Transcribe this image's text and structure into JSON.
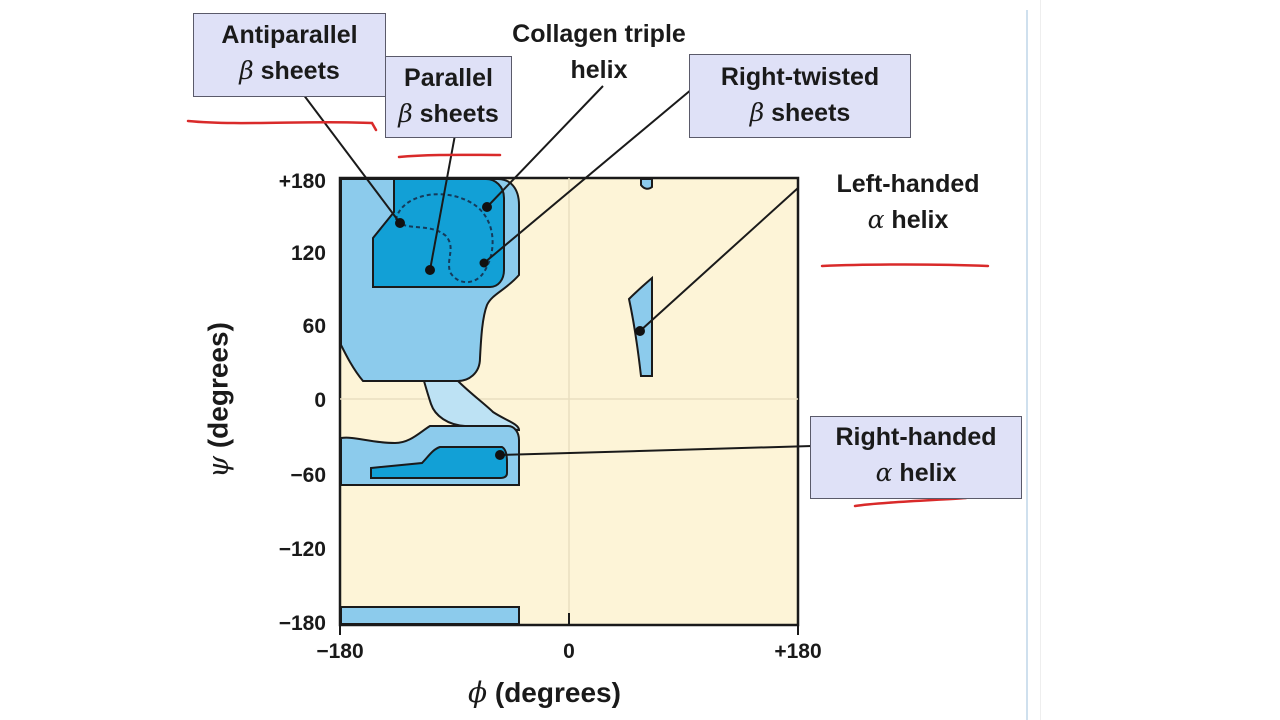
{
  "colors": {
    "background": "#fdf4d7",
    "allowed": "#8ccbec",
    "favorable": "#12a0d6",
    "label_box": "#dfe1f7",
    "annotation_red": "#d92a2a"
  },
  "axes": {
    "x_title_symbol": "ϕ",
    "x_title_unit": "(degrees)",
    "y_title_symbol": "ψ",
    "y_title_unit": "(degrees)",
    "x_ticks": [
      "−180",
      "0",
      "+180"
    ],
    "y_ticks": [
      "+180",
      "120",
      "60",
      "0",
      "−60",
      "−120",
      "−180"
    ]
  },
  "regions": {
    "antiparallel": {
      "line1": "Antiparallel",
      "greek": "β",
      "line2": "sheets"
    },
    "parallel": {
      "line1": "Parallel",
      "greek": "β",
      "line2": "sheets"
    },
    "collagen": {
      "line1": "Collagen triple",
      "line2": "helix"
    },
    "right_twisted": {
      "line1": "Right-twisted",
      "greek": "β",
      "line2": "sheets"
    },
    "left_handed": {
      "line1": "Left-handed",
      "greek": "α",
      "line2": "helix"
    },
    "right_handed": {
      "line1": "Right-handed",
      "greek": "α",
      "line2": "helix"
    }
  }
}
